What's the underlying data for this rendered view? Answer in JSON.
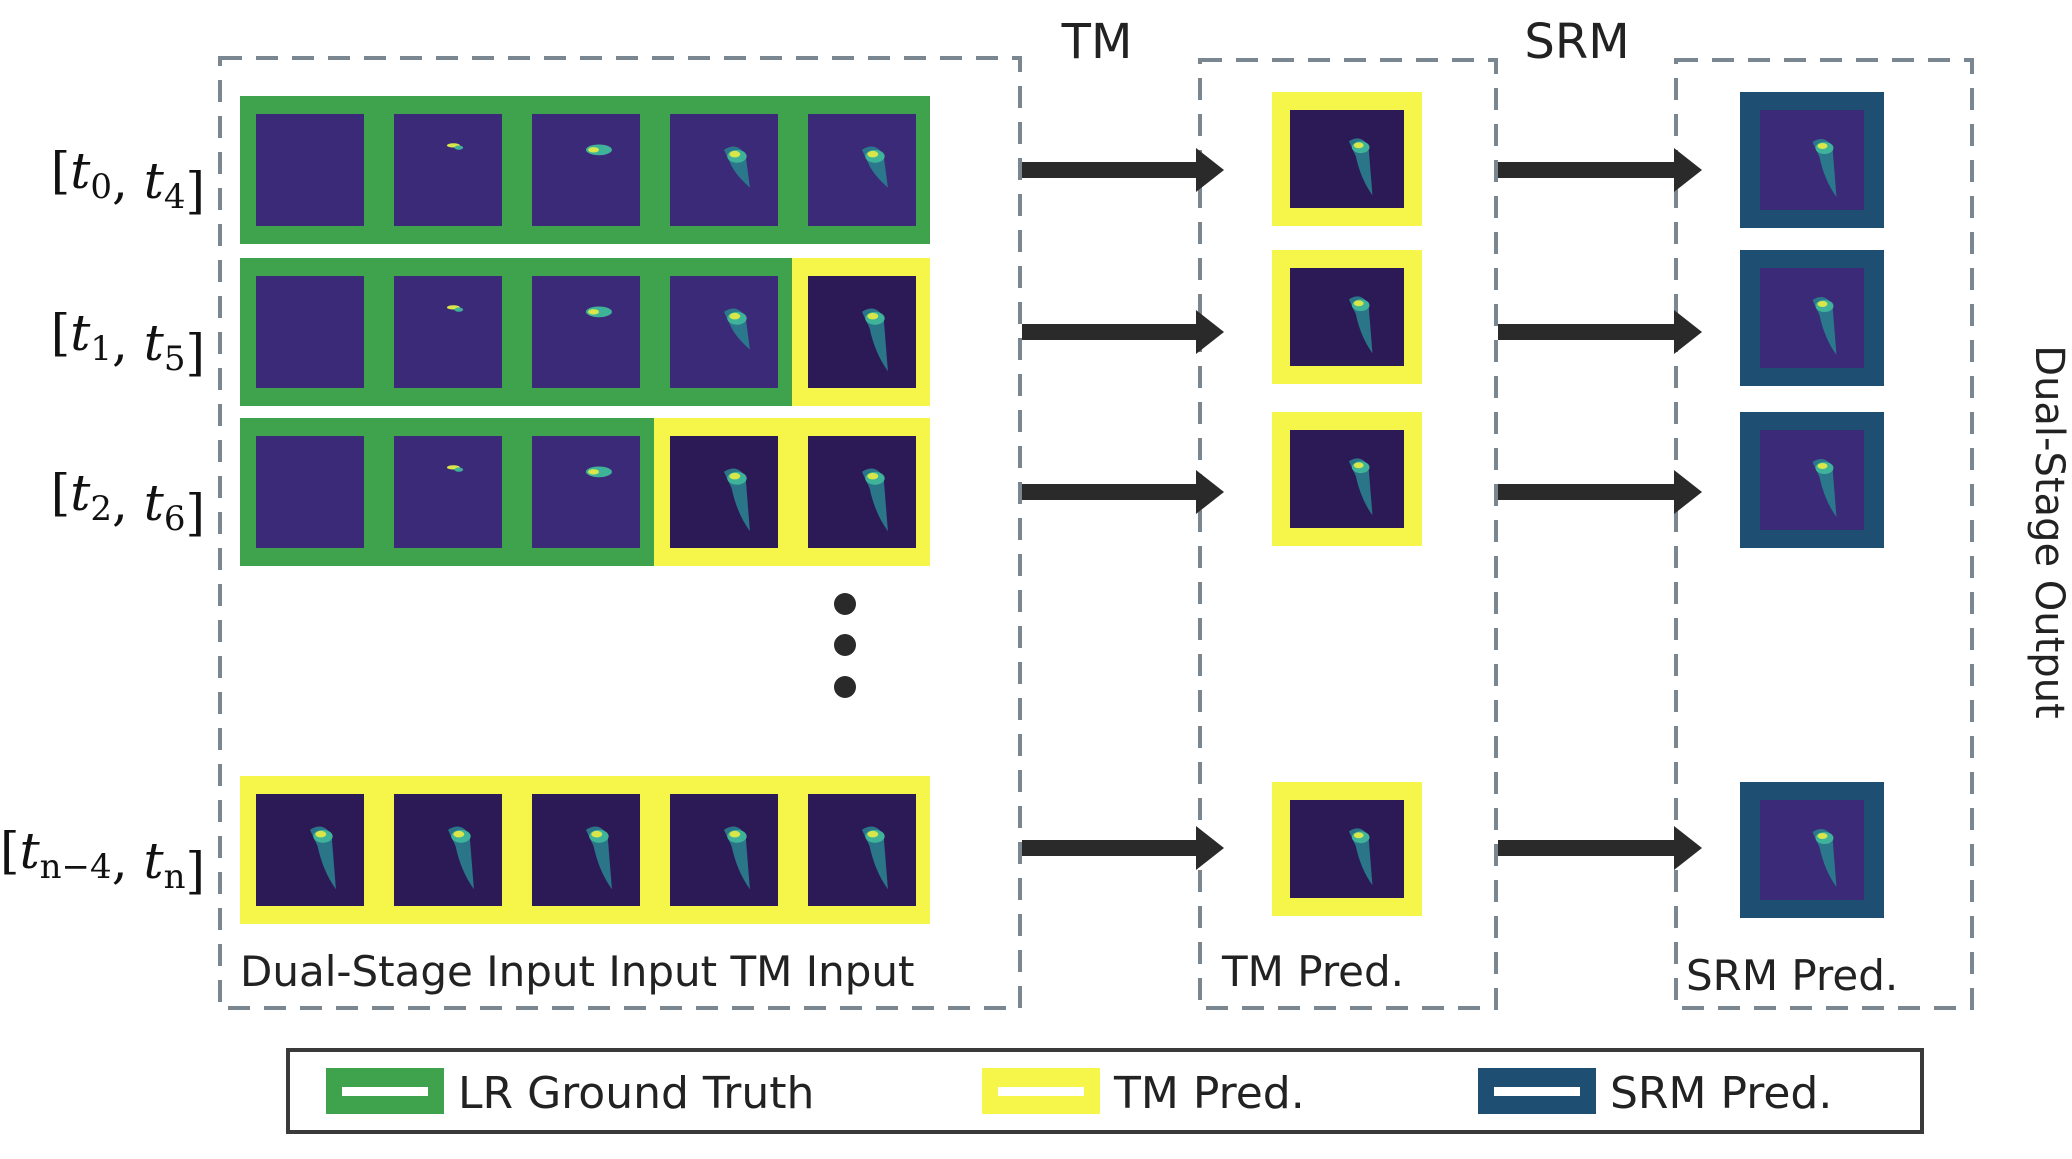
{
  "stage_labels": {
    "tm": "TM",
    "srm": "SRM"
  },
  "side_label": "Dual-Stage Output",
  "panel_captions": {
    "input": "Dual-Stage Input Input TM Input",
    "tm_pred": "TM Pred.",
    "srm_pred": "SRM Pred."
  },
  "rows": [
    {
      "label_a": "t",
      "sub_a": "0",
      "label_b": "t",
      "sub_b": "4",
      "frames": [
        "gt",
        "gt",
        "gt",
        "gt",
        "gt"
      ]
    },
    {
      "label_a": "t",
      "sub_a": "1",
      "label_b": "t",
      "sub_b": "5",
      "frames": [
        "gt",
        "gt",
        "gt",
        "gt",
        "tm"
      ]
    },
    {
      "label_a": "t",
      "sub_a": "2",
      "label_b": "t",
      "sub_b": "6",
      "frames": [
        "gt",
        "gt",
        "gt",
        "tm",
        "tm"
      ]
    },
    {
      "label_a": "t",
      "sub_a": "n−4",
      "label_b": "t",
      "sub_b": "n",
      "frames": [
        "tm",
        "tm",
        "tm",
        "tm",
        "tm"
      ]
    }
  ],
  "legend": [
    {
      "key": "gt",
      "label": "LR Ground Truth",
      "color": "#3fa34d"
    },
    {
      "key": "tm",
      "label": "TM Pred.",
      "color": "#f5f54a"
    },
    {
      "key": "srm",
      "label": "SRM Pred.",
      "color": "#1f4e73"
    }
  ],
  "colors": {
    "frame_bg": "#3b2a78",
    "frame_dark": "#2c1a57",
    "plume_bright": "#d9e64a",
    "plume_mid": "#3fb39a",
    "plume_teal": "#2a7f8e",
    "dashed_box": "#7a8791",
    "arrow": "#2a2a2a"
  }
}
